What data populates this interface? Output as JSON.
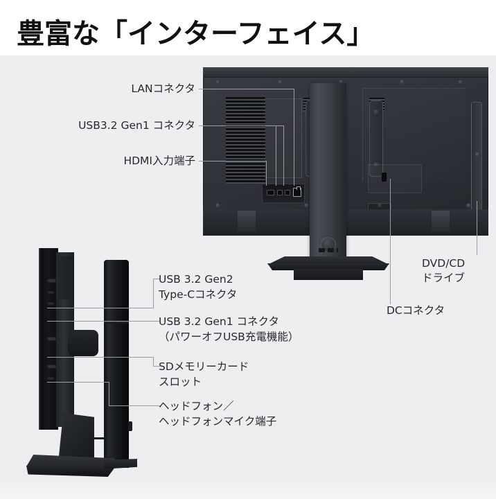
{
  "header": {
    "title": "豊富な「インターフェイス」"
  },
  "colors": {
    "background": "#ffffff",
    "stage": "#eeeef0",
    "text": "#26282b",
    "leader_line": "#9a9ea3",
    "device_body_dark": "#2b2f35",
    "device_body_light": "#484d54"
  },
  "callouts": {
    "rear_left": [
      {
        "id": "lan",
        "label": "LANコネクタ"
      },
      {
        "id": "usb32gen1",
        "label": "USB3.2 Gen1 コネクタ"
      },
      {
        "id": "hdmi",
        "label": "HDMI入力端子"
      }
    ],
    "rear_right": [
      {
        "id": "dvdcd",
        "label_line1": "DVD/CD",
        "label_line2": "ドライブ"
      },
      {
        "id": "dc",
        "label": "DCコネクタ"
      }
    ],
    "side": [
      {
        "id": "usb-gen2-typec",
        "label_line1": "USB 3.2 Gen2",
        "label_line2": "Type-Cコネクタ"
      },
      {
        "id": "usb-gen1",
        "label_line1": "USB 3.2 Gen1 コネクタ",
        "label_line2": "（パワーオフUSB充電機能）"
      },
      {
        "id": "sd-card",
        "label_line1": "SDメモリーカード",
        "label_line2": "スロット"
      },
      {
        "id": "headphone",
        "label_line1": "ヘッドフォン／",
        "label_line2": "ヘッドフォンマイク端子"
      }
    ]
  },
  "views": {
    "rear": {
      "name": "monitor-rear-view"
    },
    "side": {
      "name": "monitor-side-view"
    }
  }
}
